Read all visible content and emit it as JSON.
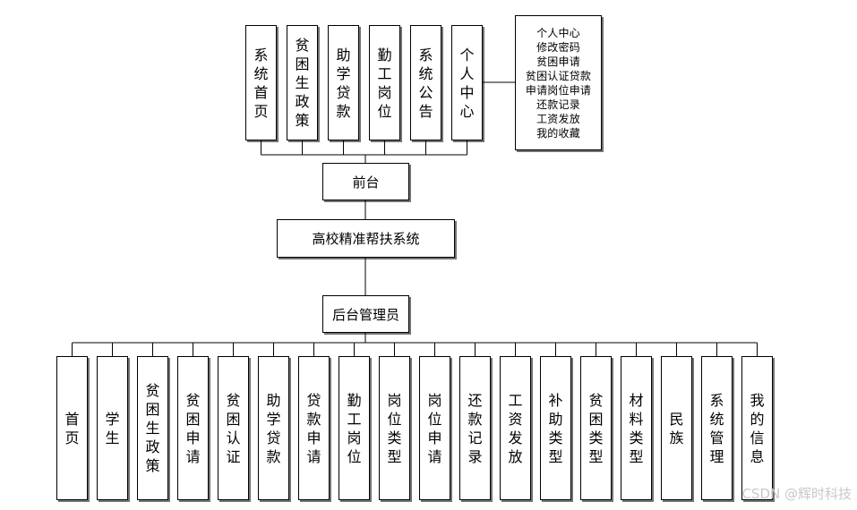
{
  "frontend_modules": [
    "系统首页",
    "贫困生政策",
    "助学贷款",
    "勤工岗位",
    "系统公告",
    "个人中心"
  ],
  "personal_center_items": [
    "个人中心",
    "修改密码",
    "贫困申请",
    "贫困认证贷款",
    "申请岗位申请",
    "还款记录",
    "工资发放",
    "我的收藏"
  ],
  "front_node": "前台",
  "root_node": "高校精准帮扶系统",
  "admin_node": "后台管理员",
  "admin_modules": [
    "首页",
    "学生",
    "贫困生政策",
    "贫困申请",
    "贫困认证",
    "助学贷款",
    "贷款申请",
    "勤工岗位",
    "岗位类型",
    "岗位申请",
    "还款记录",
    "工资发放",
    "补助类型",
    "贫困类型",
    "材料类型",
    "民族",
    "系统管理",
    "我的信息"
  ],
  "watermark": "CSDN @辉时科技"
}
